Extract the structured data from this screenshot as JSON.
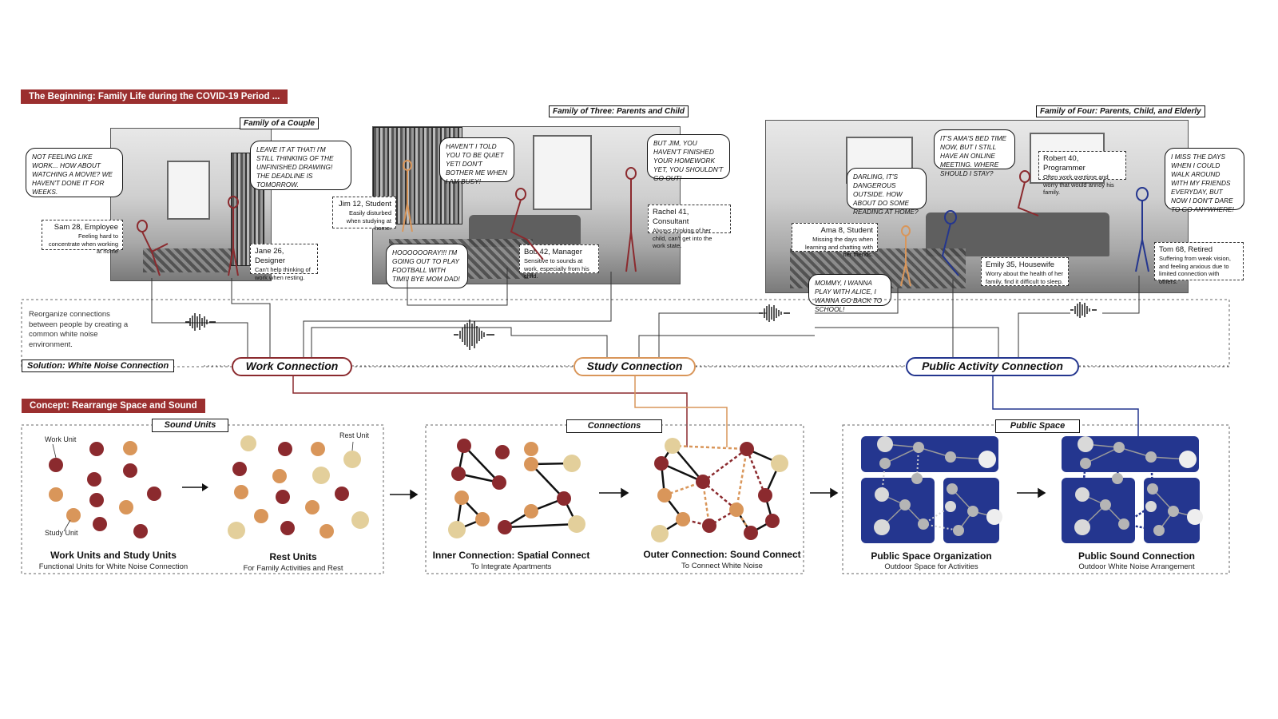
{
  "colors": {
    "work": "#8b2a2e",
    "study": "#d9965a",
    "rest": "#e3cf9b",
    "public": "#24368f",
    "banner": "#9b2f2f"
  },
  "banners": {
    "beginning": "The Beginning: Family Life during the COVID-19 Period ...",
    "concept": "Concept: Rearrange Space and Sound"
  },
  "families": {
    "couple": "Family of a Couple",
    "three": "Family of Three: Parents and Child",
    "four": "Family of Four: Parents, Child, and Elderly"
  },
  "bubbles": {
    "sam": "NOT FEELING LIKE WORK... HOW ABOUT WATCHING A MOVIE? WE HAVEN'T DONE IT FOR WEEKS.",
    "jane": "LEAVE IT AT THAT! I'M STILL THINKING OF THE UNFINISHED DRAWING! THE DEADLINE IS TOMORROW.",
    "bob_top": "HAVEN'T I TOLD YOU TO BE QUIET YET! DON'T BOTHER ME WHEN I AM BUSY!",
    "rachel": "BUT JIM, YOU HAVEN'T FINISHED YOUR HOMEWORK YET, YOU SHOULDN'T GO OUT!",
    "jim": "HOOOOOORAY!!! I'M GOING OUT TO PLAY FOOTBALL WITH TIM!!! BYE MOM DAD!",
    "emily_top": "IT'S AMA'S BED TIME NOW, BUT I STILL HAVE AN ONLINE MEETING. WHERE SHOULD I STAY?",
    "robert": "DARLING, IT'S DANGEROUS OUTSIDE. HOW ABOUT DO SOME READING AT HOME?",
    "tom": "I MISS THE DAYS WHEN I COULD WALK AROUND WITH MY FRIENDS EVERYDAY, BUT NOW I DON'T DARE TO GO ANYWHERE!",
    "ama": "MOMMY, I WANNA PLAY WITH ALICE, I WANNA GO BACK TO SCHOOL!"
  },
  "people": {
    "sam": {
      "name": "Sam 28, Employee",
      "desc": "Feeling hard to concentrate when working at home"
    },
    "jane": {
      "name": "Jane 26, Designer",
      "desc": "Can't help thinking of work when resting."
    },
    "jim": {
      "name": "Jim 12, Student",
      "desc": "Easily disturbed when studying at home."
    },
    "bob": {
      "name": "Bob 42, Manager",
      "desc": "Sensitive to sounds at work, especially from his child."
    },
    "rachel": {
      "name": "Rachel 41, Consultant",
      "desc": "Always thinking of her child, can't get into the work state."
    },
    "ama": {
      "name": "Ama 8, Student",
      "desc": "Missing the days when learning and chatting with her friends."
    },
    "robert": {
      "name": "Robert 40, Programmer",
      "desc": "Often work overtime and worry that would annoy his family."
    },
    "emily": {
      "name": "Emily 35, Housewife",
      "desc": "Worry about the health of her family, find it difficult to sleep."
    },
    "tom": {
      "name": "Tom 68, Retired",
      "desc": "Suffering from weak vision, and feeling anxious due to limited connection with others."
    }
  },
  "solution": {
    "text": "Reorganize connections between people by creating a common white noise environment.",
    "label": "Solution: White Noise Connection",
    "work": "Work Connection",
    "study": "Study Connection",
    "public": "Public Activity Connection"
  },
  "concept": {
    "sound_units": {
      "tag": "Sound Units",
      "work_unit": "Work Unit",
      "study_unit": "Study Unit",
      "rest_unit": "Rest Unit",
      "cap1": "Work Units and Study Units",
      "sub1": "Functional Units for White Noise Connection",
      "cap2": "Rest Units",
      "sub2": "For Family Activities and Rest"
    },
    "connections": {
      "tag": "Connections",
      "cap1": "Inner Connection: Spatial Connect",
      "sub1": "To Integrate Apartments",
      "cap2": "Outer Connection: Sound Connect",
      "sub2": "To Connect White Noise"
    },
    "public_space": {
      "tag": "Public Space",
      "cap1": "Public Space Organization",
      "sub1": "Outdoor Space for Activities",
      "cap2": "Public Sound Connection",
      "sub2": "Outdoor White Noise Arrangement"
    }
  },
  "arrow_glyph": "→"
}
